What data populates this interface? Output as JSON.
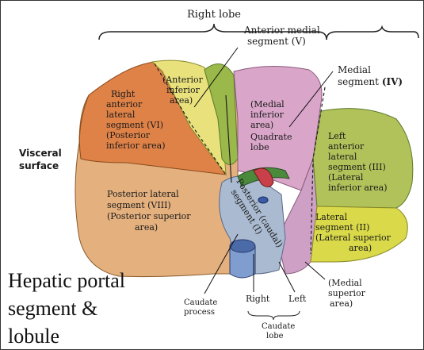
{
  "title_brace": "Right lobe",
  "side_label": [
    "Visceral",
    "surface"
  ],
  "segments": {
    "right_anterior": [
      "Right",
      "anterior",
      "lateral",
      "segment (VI)",
      "(Posterior",
      "inferior area)"
    ],
    "anterior_inferior": [
      "(Anterior",
      "inferior",
      "area)"
    ],
    "anterior_medial": [
      "Anterior medial",
      "segment (V)"
    ],
    "medial_segment": [
      "Medial",
      "segment"
    ],
    "medial_segment_num": "(IV)",
    "medial_inferior": [
      "(Medial",
      "inferior",
      "area)",
      "Quadrate",
      "lobe"
    ],
    "left_anterior": [
      "Left",
      "anterior",
      "lateral",
      "segment (III)",
      "(Lateral",
      "inferior area)"
    ],
    "posterior_lateral": [
      "Posterior lateral",
      "segment (VIII)",
      "(Posterior superior",
      "area)"
    ],
    "posterior_caudal": [
      "Posterior (caudal)",
      "segment (I)"
    ],
    "lateral_segment": [
      "Lateral",
      "segment (II)",
      "(Lateral superior",
      "area)"
    ],
    "medial_superior": [
      "(Medial",
      "superior",
      "area)"
    ],
    "caudate_process": [
      "Caudate",
      "process"
    ],
    "right_small": "Right",
    "left_small": "Left",
    "caudate_lobe": [
      "Caudate",
      "lobe"
    ]
  },
  "caption": [
    "Hepatic portal",
    "segment &",
    "lobule"
  ],
  "colors": {
    "orange": "#e08a4c",
    "tan": "#e3b07e",
    "yellow": "#e6e27a",
    "pink": "#d9a6c9",
    "green": "#b4c45a",
    "yellow_left": "#d9d94a",
    "blue": "#8fa8c8"
  }
}
